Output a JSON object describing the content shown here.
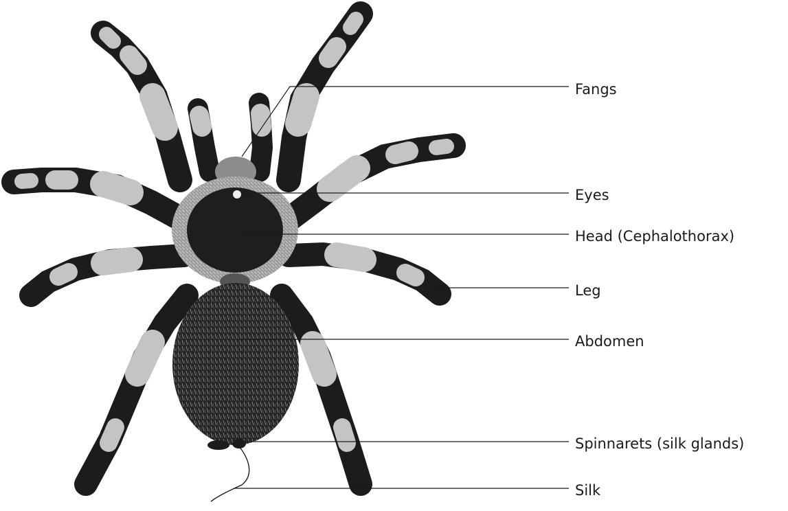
{
  "labels": {
    "fangs": "Fangs",
    "eyes": "Eyes",
    "head": "Head (Cephalothorax)",
    "leg": "Leg",
    "abdomen": "Abdomen",
    "spinnarets": "Spinnarets (silk glands)",
    "silk": "Silk"
  },
  "colors": {
    "background": "#ffffff",
    "leader_line": "#1a1a1a",
    "leg_dark": "#1c1c1c",
    "leg_light": "#bdbdbd",
    "body_dark": "#222222",
    "hair": "#d0d0d0"
  }
}
